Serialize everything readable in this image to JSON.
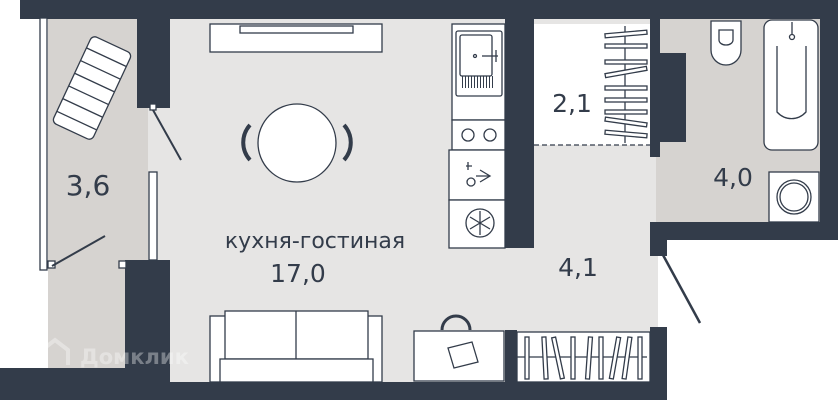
{
  "colors": {
    "wall": "#333c4a",
    "floor_main": "#e6e5e4",
    "floor_wet": "#d6d3d0",
    "closet": "#ffffff"
  },
  "rooms": [
    {
      "id": "balcony",
      "area": "3,6"
    },
    {
      "id": "kitchen-living",
      "name": "кухня-гостиная",
      "area": "17,0"
    },
    {
      "id": "closet",
      "area": "2,1"
    },
    {
      "id": "bathroom",
      "area": "4,0"
    },
    {
      "id": "hallway",
      "area": "4,1"
    }
  ],
  "watermark": "Домклик",
  "icons": [
    "lounger-icon",
    "dining-table-icon",
    "sink-icon",
    "cooktop-icon",
    "oven-icon",
    "fridge-icon",
    "toilet-icon",
    "bathtub-icon",
    "washing-machine-icon",
    "sofa-icon",
    "desk-icon",
    "wardrobe-icon",
    "tv-unit-icon"
  ]
}
